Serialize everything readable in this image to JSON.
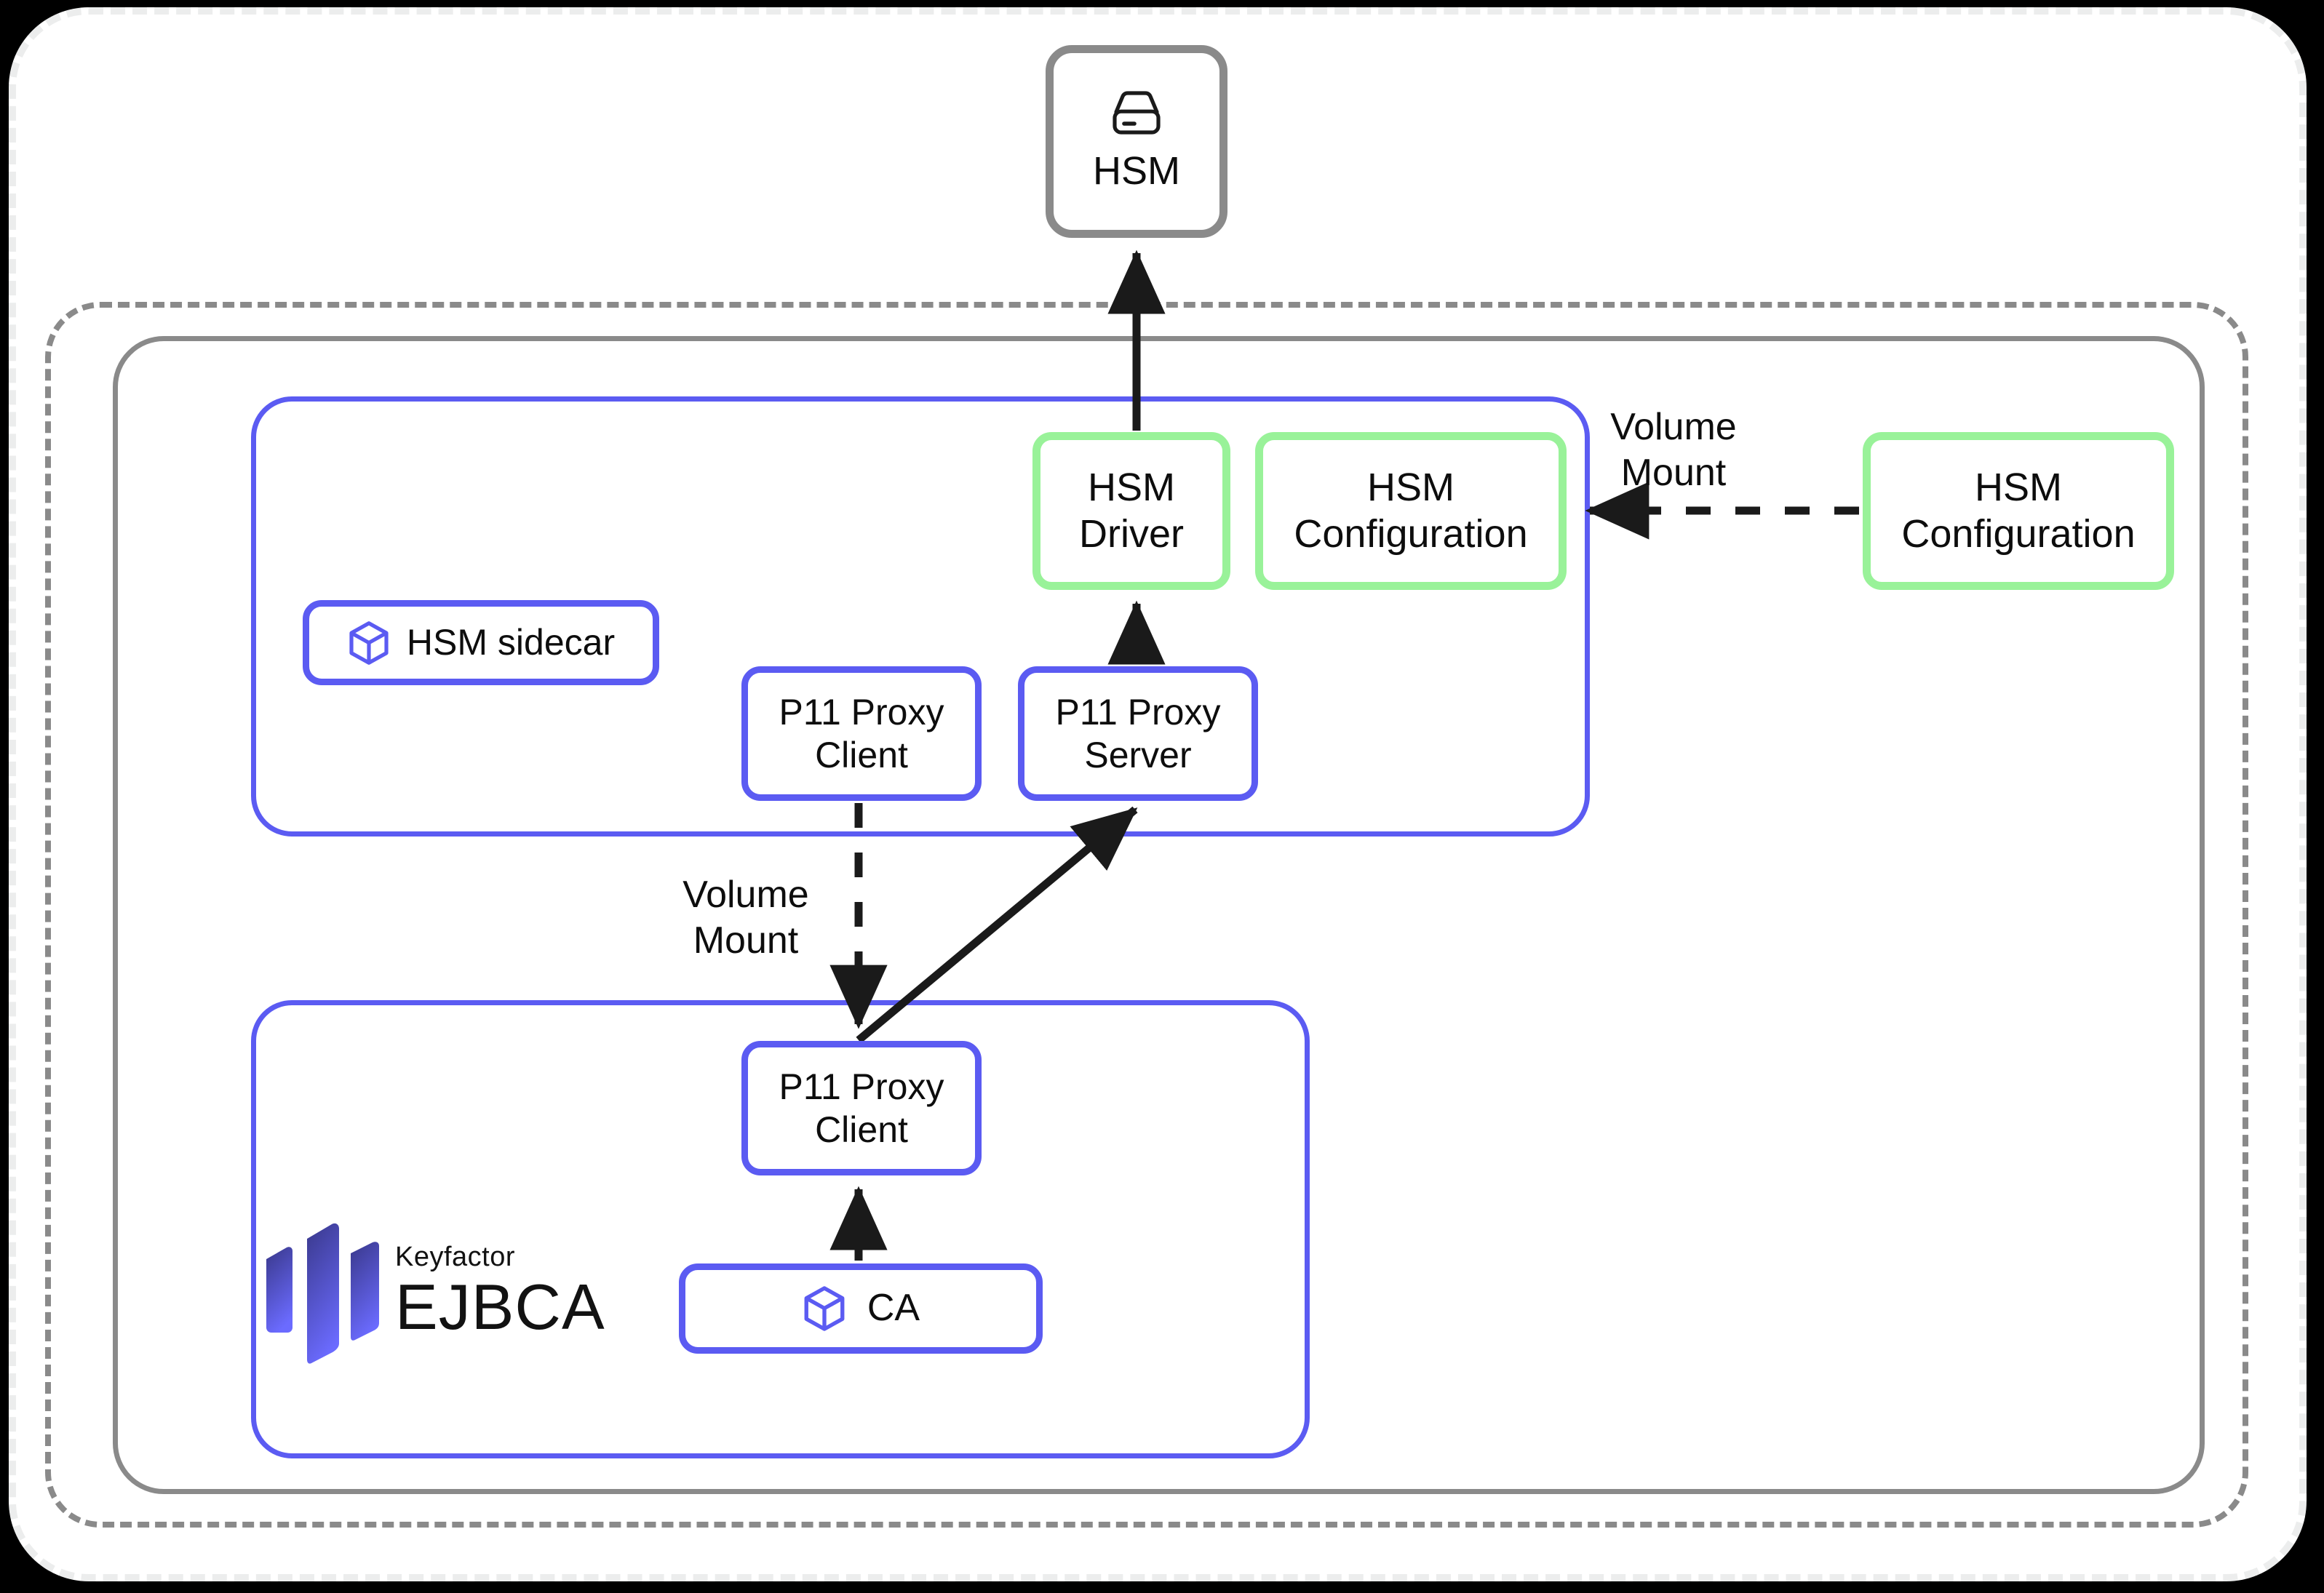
{
  "diagram": {
    "title": "EJBCA HSM sidecar PKCS#11 proxy architecture",
    "colors": {
      "pod_border": "#5b5bf2",
      "volume_border": "#99f299",
      "external_border": "#8a8a8a",
      "connector": "#1a1a1a",
      "page_border": "#eceded",
      "logo_gradient_start": "#3b3a8f",
      "logo_gradient_end": "#6b6bff"
    },
    "containers": {
      "page_frame": "",
      "cluster_frame": "",
      "node_frame": "",
      "pod_sidecar": "",
      "pod_ejbca": ""
    },
    "nodes": {
      "hsm": {
        "label": "HSM",
        "icon": "hard-drive-icon"
      },
      "hsm_driver": {
        "line1": "HSM",
        "line2": "Driver"
      },
      "hsm_config_inner": {
        "line1": "HSM",
        "line2": "Configuration"
      },
      "hsm_config_outer": {
        "line1": "HSM",
        "line2": "Configuration"
      },
      "hsm_sidecar": {
        "label": "HSM sidecar",
        "icon": "cube-icon"
      },
      "p11_proxy_client_top": {
        "line1": "P11 Proxy",
        "line2": "Client"
      },
      "p11_proxy_server": {
        "line1": "P11 Proxy",
        "line2": "Server"
      },
      "p11_proxy_client_bottom": {
        "line1": "P11 Proxy",
        "line2": "Client"
      },
      "ca": {
        "label": "CA",
        "icon": "cube-icon"
      }
    },
    "logo": {
      "brand": "Keyfactor",
      "product": "EJBCA"
    },
    "edge_labels": {
      "volume_mount_left": {
        "line1": "Volume",
        "line2": "Mount"
      },
      "volume_mount_right": {
        "line1": "Volume",
        "line2": "Mount"
      }
    }
  }
}
